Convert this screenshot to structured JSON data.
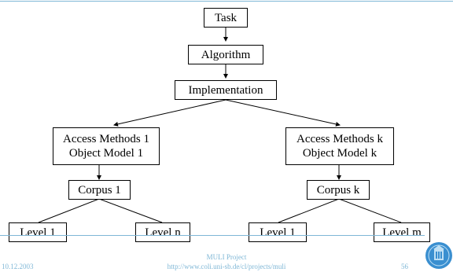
{
  "nodes": {
    "task": "Task",
    "algorithm": "Algorithm",
    "implementation": "Implementation",
    "access_1_line1": "Access Methods 1",
    "access_1_line2": "Object Model 1",
    "access_k_line1": "Access Methods k",
    "access_k_line2": "Object Model k",
    "corpus_1": "Corpus 1",
    "corpus_k": "Corpus k",
    "level_1_left": "Level 1",
    "level_n": "Level n",
    "level_1_right": "Level 1",
    "level_m": "Level m"
  },
  "footer": {
    "date": "10.12.2003",
    "project": "MULI Project",
    "url": "http://www.coli.uni-sb.de/cl/projects/muli",
    "page": "56"
  },
  "colors": {
    "accent": "#7fb7d6",
    "logo": "#3a8fd0"
  }
}
